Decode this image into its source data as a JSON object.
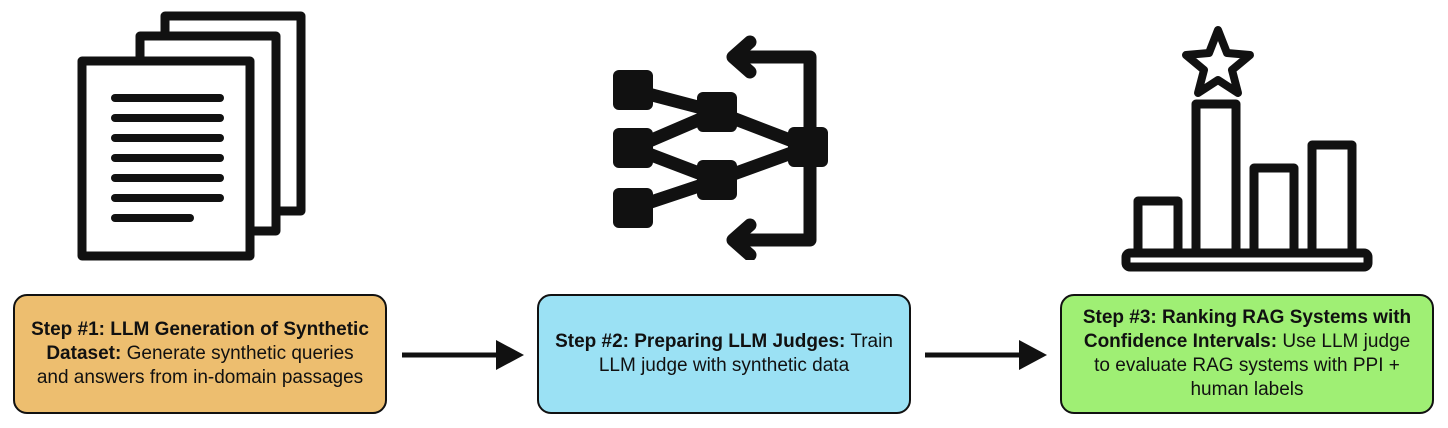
{
  "colors": {
    "step1_fill": "#EDBE6F",
    "step2_fill": "#9BE1F4",
    "step3_fill": "#9FEF74",
    "ink": "#111111"
  },
  "icons": {
    "step1": "stacked-documents-icon",
    "step2": "neural-network-feedback-icon",
    "step3": "bar-chart-star-icon"
  },
  "steps": [
    {
      "title": "Step #1: LLM Generation of Synthetic Dataset:",
      "body": "Generate synthetic queries and answers from in-domain passages"
    },
    {
      "title": "Step #2: Preparing LLM Judges:",
      "body": "Train LLM judge with synthetic data"
    },
    {
      "title": "Step #3: Ranking RAG Systems with Confidence Intervals:",
      "body": "Use LLM judge to evaluate RAG systems with PPI + human labels"
    }
  ]
}
